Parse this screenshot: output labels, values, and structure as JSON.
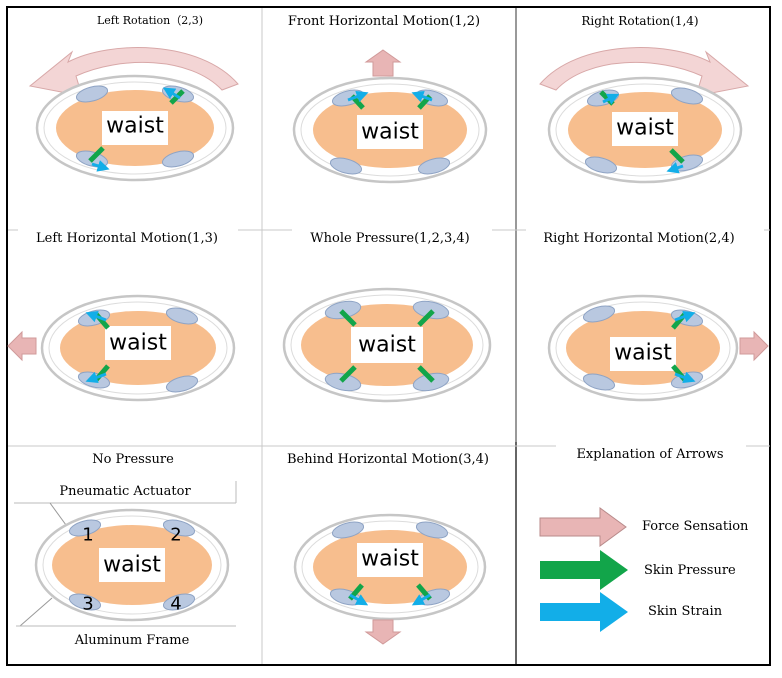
{
  "panels": [
    {
      "id": "left-rotation",
      "title": "Left Rotation（2,3)",
      "waist": "waist"
    },
    {
      "id": "front-horizontal-motion",
      "title": "Front Horizontal Motion(1,2)",
      "waist": "waist"
    },
    {
      "id": "right-rotation",
      "title": "Right Rotation(1,4)",
      "waist": "waist"
    },
    {
      "id": "left-horizontal-motion",
      "title": "Left Horizontal Motion(1,3)",
      "waist": "waist"
    },
    {
      "id": "whole-pressure",
      "title": "Whole Pressure(1,2,3,4)",
      "waist": "waist"
    },
    {
      "id": "right-horizontal-motion",
      "title": "Right Horizontal Motion(2,4)",
      "waist": "waist"
    },
    {
      "id": "no-pressure",
      "title": "No Pressure",
      "waist": "waist"
    },
    {
      "id": "behind-horizontal-motion",
      "title": "Behind Horizontal Motion(3,4)",
      "waist": "waist"
    },
    {
      "id": "explanation",
      "title": "Explanation of Arrows"
    }
  ],
  "no_pressure_labels": {
    "pneumatic_actuator": "Pneumatic Actuator",
    "aluminum_frame": "Aluminum Frame",
    "actuator_numbers": [
      "1",
      "2",
      "3",
      "4"
    ]
  },
  "legend": [
    {
      "label": "Force Sensation",
      "color": "#e8b5b5",
      "icon": "pink-arrow-icon"
    },
    {
      "label": "Skin Pressure",
      "color": "#12a54a",
      "icon": "green-arrow-icon"
    },
    {
      "label": "Skin Strain",
      "color": "#12aee8",
      "icon": "blue-arrow-icon"
    }
  ],
  "colors": {
    "waist_fill": "#f7be8e",
    "actuator_fill": "#b9c8e0",
    "force_arrow": "#e8b5b5",
    "skin_pressure": "#12a54a",
    "skin_strain": "#12aee8"
  }
}
